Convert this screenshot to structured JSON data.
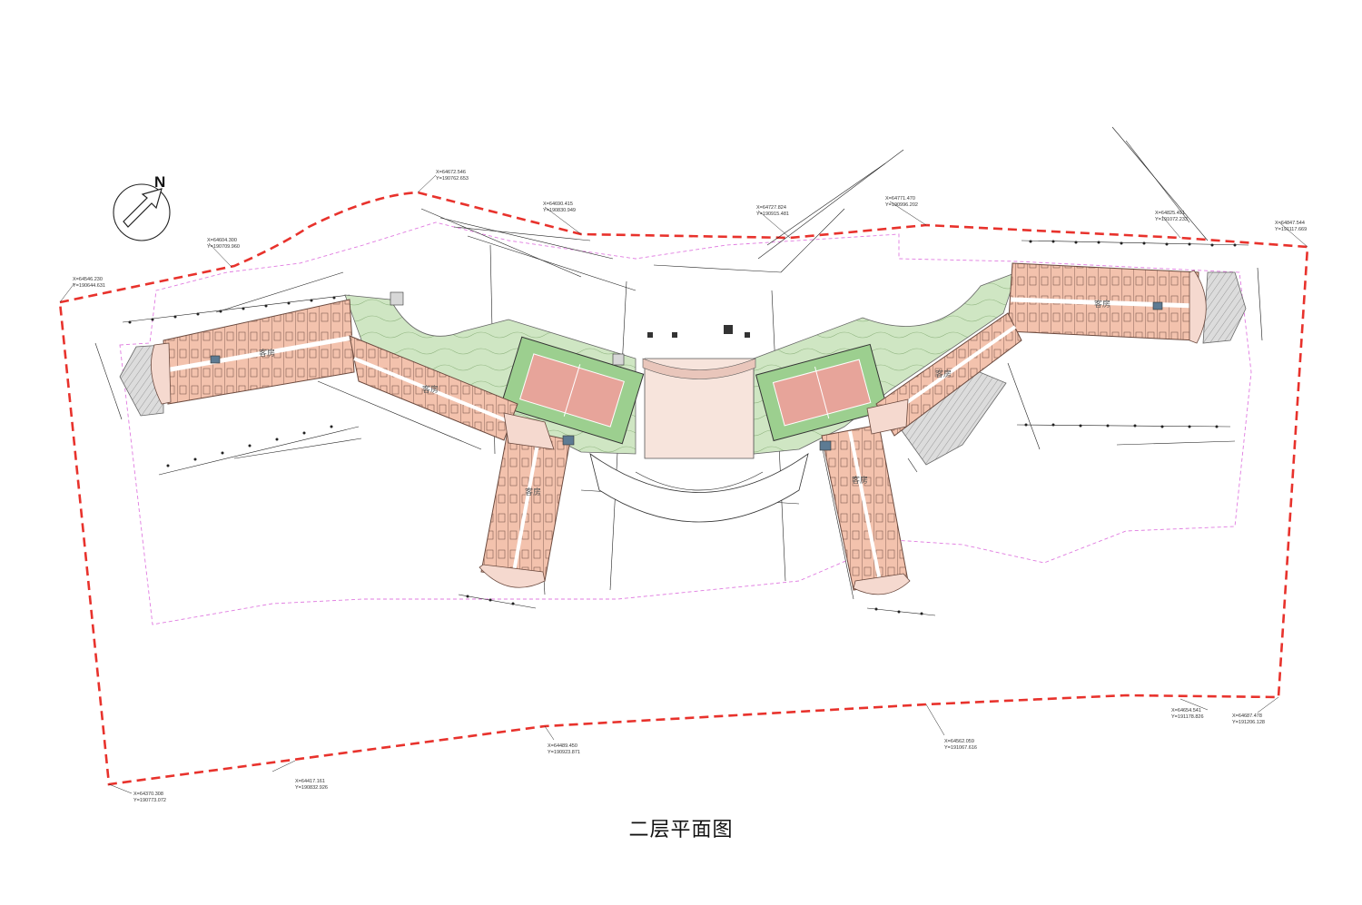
{
  "title": "二层平面图",
  "north_label": "N",
  "room_label": "客房",
  "colors": {
    "boundary": "#e8322c",
    "setback": "#e07be0",
    "room_fill": "#f3c2ad",
    "corridor_fill": "#f5d9cf",
    "garden_fill": "#cfe6c3",
    "court_fill": "#c9e2c0",
    "court_surface": "#e7a49a",
    "stair_fill": "#5d7b93",
    "roof_fill": "#d7d7d7"
  },
  "coordinates": [
    {
      "x": "X=64546.230",
      "y": "Y=190644.631"
    },
    {
      "x": "X=64604.300",
      "y": "Y=190709.960"
    },
    {
      "x": "X=64672.546",
      "y": "Y=190762.653"
    },
    {
      "x": "X=64690.415",
      "y": "Y=190830.949"
    },
    {
      "x": "X=64727.824",
      "y": "Y=190915.481"
    },
    {
      "x": "X=64771.470",
      "y": "Y=190996.202"
    },
    {
      "x": "X=64825.491",
      "y": "Y=191072.233"
    },
    {
      "x": "X=64847.544",
      "y": "Y=191117.669"
    },
    {
      "x": "X=64370.308",
      "y": "Y=190773.072"
    },
    {
      "x": "X=64417.161",
      "y": "Y=190832.926"
    },
    {
      "x": "X=64489.450",
      "y": "Y=190923.871"
    },
    {
      "x": "X=64562.059",
      "y": "Y=191067.616"
    },
    {
      "x": "X=64654.541",
      "y": "Y=191178.826"
    },
    {
      "x": "X=64687.478",
      "y": "Y=191206.128"
    }
  ]
}
